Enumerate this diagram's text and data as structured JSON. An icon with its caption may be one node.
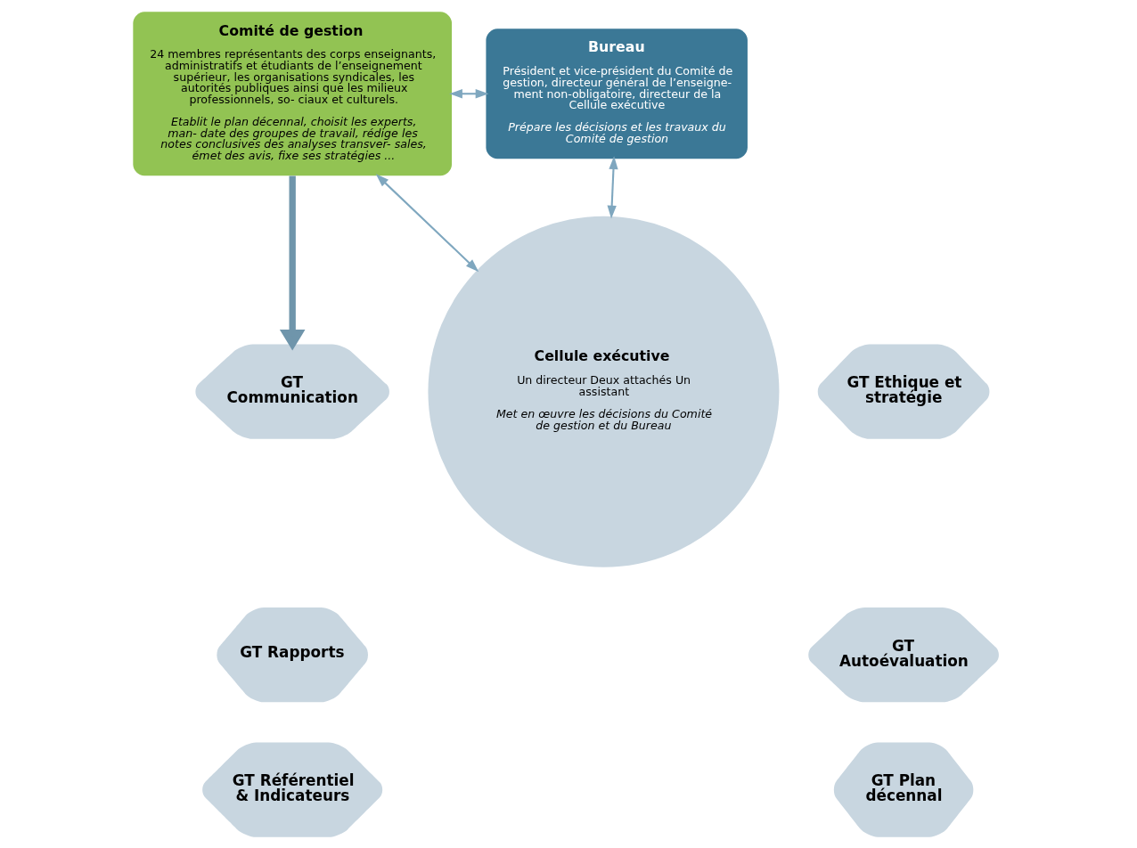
{
  "diagram": {
    "nodes": [
      {
        "text": [
          "Comité de gestion",
          "24 membres représentants des corps enseignants, administratifs et étudiants de l’enseignement supérieur, les organisations syndicales, les autorités publiques ainsi que les milieux professionnels, so- ciaux et culturels.",
          "Etablit le plan décennal, choisit les experts, man- date des groupes de travail, rédige les notes conclusives des analyses transver- sales, émet des avis, fixe ses stratégies ..."
        ]
      },
      {
        "text": [
          "Bureau",
          "Président et vice-président du Comité de gestion, directeur général de l’enseigne- ment non-obligatoire, directeur de la Cellule exécutive",
          "Prépare les décisions et les travaux du Comité de gestion"
        ]
      },
      {
        "text": [
          "Cellule exécutive",
          "Un directeur Deux attachés Un assistant",
          "Met en œuvre les décisions du Comité de gestion et du Bureau"
        ]
      },
      {
        "text": [
          "GT Communication"
        ]
      },
      {
        "text": [
          "GT Ethique et stratégie"
        ]
      },
      {
        "text": [
          "GT Rapports"
        ]
      },
      {
        "text": [
          "GT Autoévaluation"
        ]
      },
      {
        "text": [
          "GT Référentiel & Indicateurs"
        ]
      },
      {
        "text": [
          "GT Plan décennal"
        ]
      }
    ],
    "edges": [
      {
        "from": 0,
        "to": 1,
        "arrow": "both"
      },
      {
        "from": 0,
        "to": 2,
        "arrow": "both"
      },
      {
        "from": 1,
        "to": 2,
        "arrow": "both"
      },
      {
        "from": 0,
        "to": 3,
        "arrow": "to",
        "style": "thick",
        "color": "#6f95ab"
      }
    ]
  }
}
